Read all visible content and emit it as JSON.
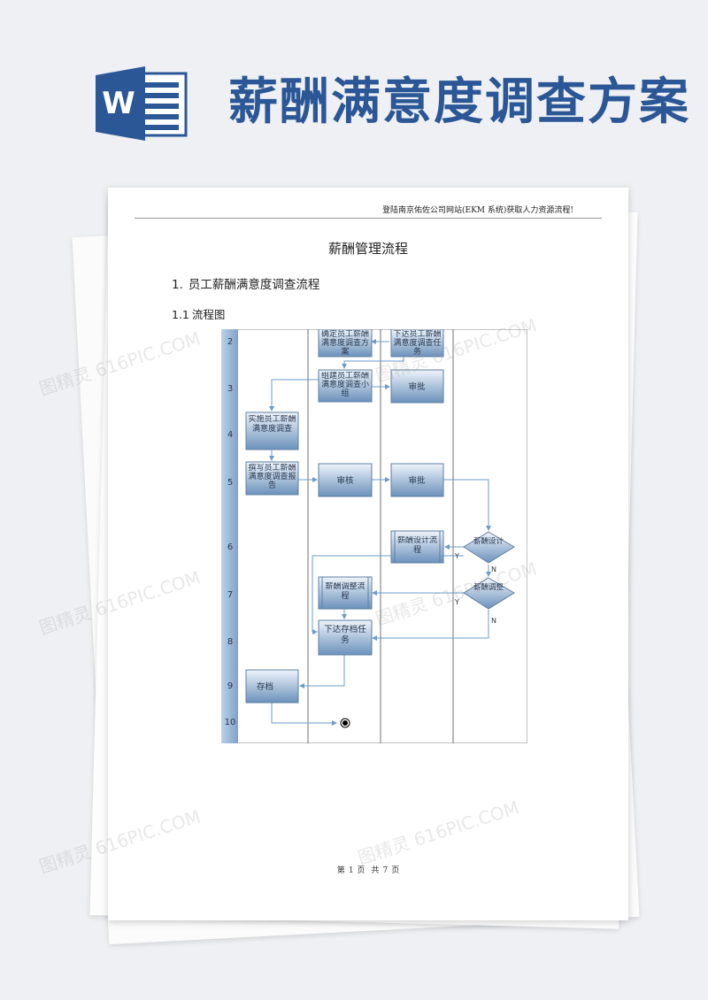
{
  "banner": {
    "logo_letter": "W",
    "logo_icon": "word-document-icon",
    "title": "薪酬满意度调查方案",
    "title_color": "#2b5797"
  },
  "document": {
    "header_note": "登陆南京佑佐公司网站(EKM 系统)获取人力资源流程!",
    "title": "薪酬管理流程",
    "section1": {
      "number": "1.",
      "title": "员工薪酬满意度调查流程"
    },
    "section1_1": {
      "number": "1.1",
      "title": "流程图"
    },
    "footer": {
      "page_label": "第",
      "page_num": "1",
      "page_unit": "页",
      "total_label": "共",
      "total_num": "7",
      "total_unit": "页"
    }
  },
  "flowchart": {
    "row_numbers": [
      "2",
      "3",
      "4",
      "5",
      "6",
      "7",
      "8",
      "9",
      "10"
    ],
    "nodes": {
      "confirm_plan": "确定员工薪酬满意度调查方案",
      "issue_task": "下达员工薪酬满意度调查任务",
      "form_team": "组建员工薪酬满意度调查小组",
      "approve_1": "审批",
      "implement_survey": "实施员工薪酬满意度调查",
      "write_report": "撰写员工薪酬满意度调查报告",
      "review": "审核",
      "approve_2": "审批",
      "pay_design_process": "薪酬设计流程",
      "decision_pay_design": "薪酬设计",
      "pay_adjust_process": "薪酬调整流程",
      "decision_pay_adjust": "薪酬调整",
      "issue_archive_task": "下达存档任务",
      "archive": "存档"
    },
    "branch_labels": {
      "yes": "Y",
      "no": "N"
    },
    "colors": {
      "box_top": "#eef4fb",
      "box_bottom": "#6b91bb",
      "box_border": "#5f7fa3",
      "line": "#6d9cc9",
      "stripe": "#2b5797"
    }
  },
  "watermark": {
    "text": "图精灵 616PIC.COM"
  }
}
